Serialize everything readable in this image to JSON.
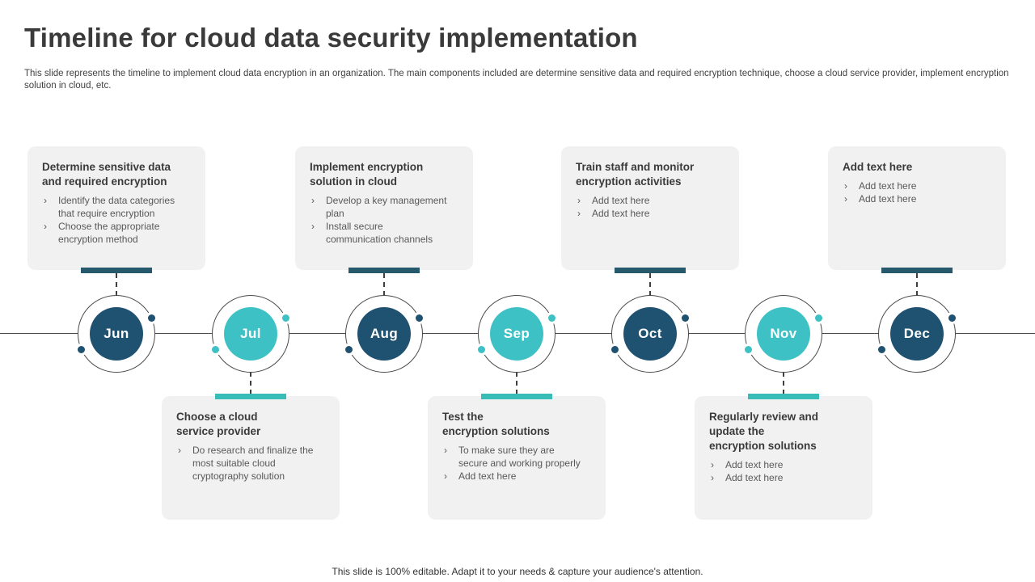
{
  "slide": {
    "title": "Timeline for cloud data security implementation",
    "description": "This slide represents the timeline to implement cloud data encryption in an organization. The main components included are determine sensitive data and required encryption technique, choose a cloud service provider, implement encryption solution in cloud, etc.",
    "footer": "This slide is 100% editable. Adapt it to your needs & capture your audience's attention."
  },
  "ui": {
    "bullet": "›"
  },
  "colors": {
    "navy": "#1F5170",
    "teal": "#3EC1C5",
    "navy_bar": "#27596D",
    "teal_bar": "#38BCB8",
    "card_bg": "#F1F1F2",
    "line": "#4A4A4A",
    "title_text": "#3A3A3A",
    "body_text": "#404040",
    "bullet_text": "#595959"
  },
  "timeline": {
    "months": [
      {
        "label": "Jun",
        "color": "navy",
        "card_position": "top",
        "card": {
          "title": "Determine sensitive data\nand required encryption",
          "bullets": [
            "Identify the data categories that require encryption",
            "Choose the appropriate encryption method"
          ]
        }
      },
      {
        "label": "Jul",
        "color": "teal",
        "card_position": "bottom",
        "card": {
          "title": "Choose a cloud\nservice provider",
          "bullets": [
            "Do research and finalize the most suitable cloud cryptography solution"
          ]
        }
      },
      {
        "label": "Aug",
        "color": "navy",
        "card_position": "top",
        "card": {
          "title": "Implement encryption\nsolution in cloud",
          "bullets": [
            "Develop a key management plan",
            "Install secure communication channels"
          ]
        }
      },
      {
        "label": "Sep",
        "color": "teal",
        "card_position": "bottom",
        "card": {
          "title": "Test the\nencryption solutions",
          "bullets": [
            "To make sure they are secure and working properly",
            "Add text here"
          ]
        }
      },
      {
        "label": "Oct",
        "color": "navy",
        "card_position": "top",
        "card": {
          "title": "Train staff and monitor\nencryption activities",
          "bullets": [
            "Add text here",
            "Add text here"
          ]
        }
      },
      {
        "label": "Nov",
        "color": "teal",
        "card_position": "bottom",
        "card": {
          "title": "Regularly review and\nupdate the\nencryption solutions",
          "bullets": [
            "Add text here",
            "Add text here"
          ]
        }
      },
      {
        "label": "Dec",
        "color": "navy",
        "card_position": "top",
        "card": {
          "title": "Add text here",
          "bullets": [
            "Add text here",
            "Add text here"
          ]
        }
      }
    ]
  }
}
